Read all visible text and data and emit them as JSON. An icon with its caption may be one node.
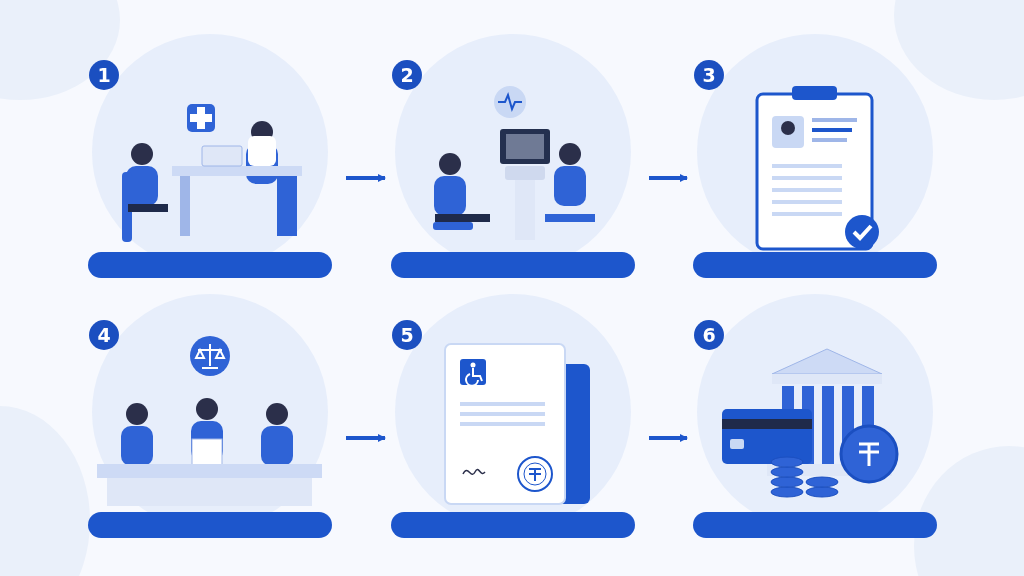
{
  "diagram": {
    "nodes": [
      {
        "text": [
          "1"
        ]
      },
      {
        "text": [
          "2"
        ]
      },
      {
        "text": [
          "3"
        ]
      },
      {
        "text": [
          "4"
        ]
      },
      {
        "text": [
          "5"
        ]
      },
      {
        "text": [
          "6"
        ]
      },
      {
        "text": [],
        "shape": "bar"
      },
      {
        "text": [],
        "shape": "bar"
      },
      {
        "text": [],
        "shape": "bar"
      },
      {
        "text": [],
        "shape": "bar"
      },
      {
        "text": [],
        "shape": "bar"
      },
      {
        "text": [],
        "shape": "bar"
      }
    ],
    "edges": [
      {
        "from": 0,
        "to": 1,
        "arrow": "to"
      },
      {
        "from": 1,
        "to": 2,
        "arrow": "to"
      },
      {
        "from": 3,
        "to": 4,
        "arrow": "to"
      },
      {
        "from": 4,
        "to": 5,
        "arrow": "to"
      }
    ]
  }
}
